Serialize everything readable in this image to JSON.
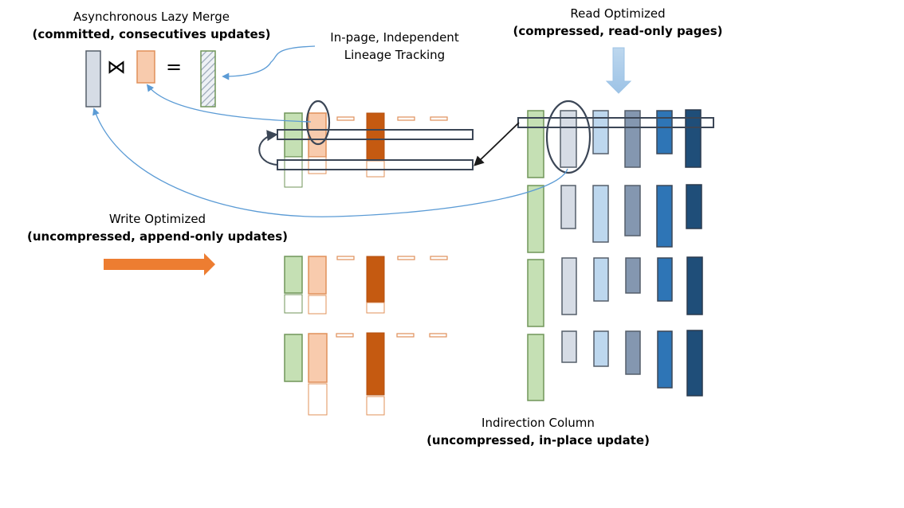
{
  "labels": {
    "merge": {
      "title": "Asynchronous Lazy Merge",
      "subtitle": "(committed, consecutives updates)"
    },
    "lineage": {
      "line1": "In-page, Independent",
      "line2": "Lineage Tracking"
    },
    "read": {
      "title": "Read Optimized",
      "subtitle": "(compressed, read-only pages)"
    },
    "write": {
      "title": "Write Optimized",
      "subtitle": "(uncompressed, append-only updates)"
    },
    "indirection": {
      "title": "Indirection Column",
      "subtitle": "(uncompressed, in-place update)"
    }
  },
  "symbols": {
    "join": "⋈",
    "equals": "="
  },
  "colors": {
    "green_fill": "#c5e0b4",
    "green_stroke": "#70965a",
    "peach_fill": "#f8cbad",
    "peach_stroke": "#e0905a",
    "rust_fill": "#c55a11",
    "orange_arrow": "#ed7d31",
    "gray_fill": "#d6dce5",
    "light_blue": "#bdd7ee",
    "slate": "#8497b0",
    "blue": "#2e75b6",
    "navy": "#1f4e79",
    "outline": "#3b4656",
    "link_blue": "#5b9bd5"
  }
}
